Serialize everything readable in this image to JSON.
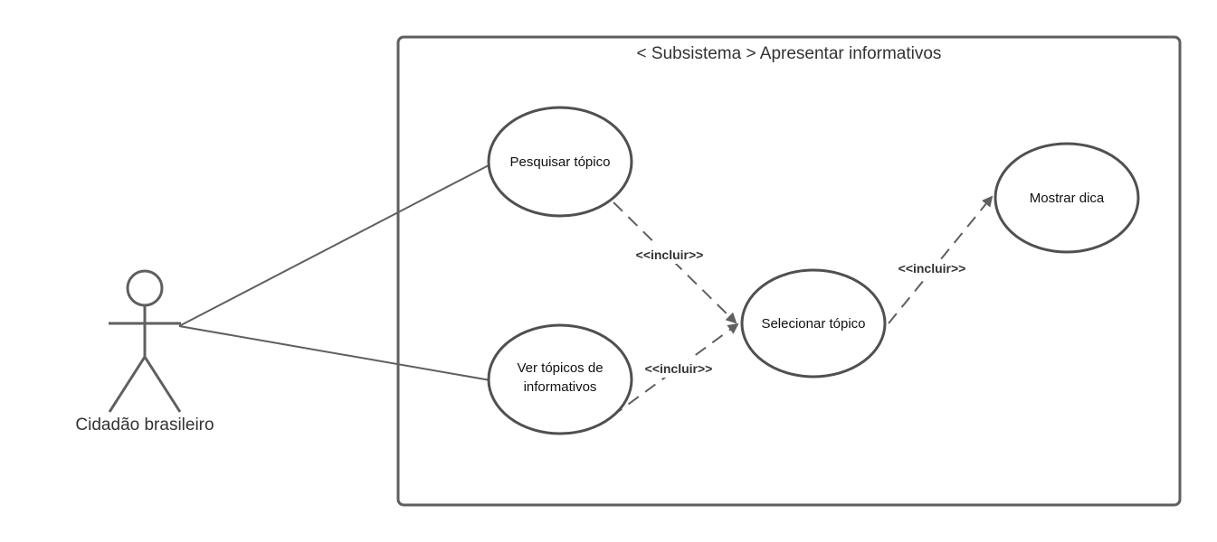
{
  "system": {
    "title": "< Subsistema > Apresentar informativos"
  },
  "actor": {
    "name": "Cidadão brasileiro"
  },
  "usecases": {
    "pesquisar": {
      "line1": "Pesquisar tópico"
    },
    "ver": {
      "line1": "Ver tópicos de",
      "line2": "informativos"
    },
    "selecionar": {
      "line1": "Selecionar tópico"
    },
    "mostrar": {
      "line1": "Mostrar dica"
    }
  },
  "relations": {
    "include1": "<<incluir>>",
    "include2": "<<incluir>>",
    "include3": "<<incluir>>"
  },
  "colors": {
    "stroke": "#5f5f5f",
    "text": "#333333",
    "background": "#ffffff"
  }
}
